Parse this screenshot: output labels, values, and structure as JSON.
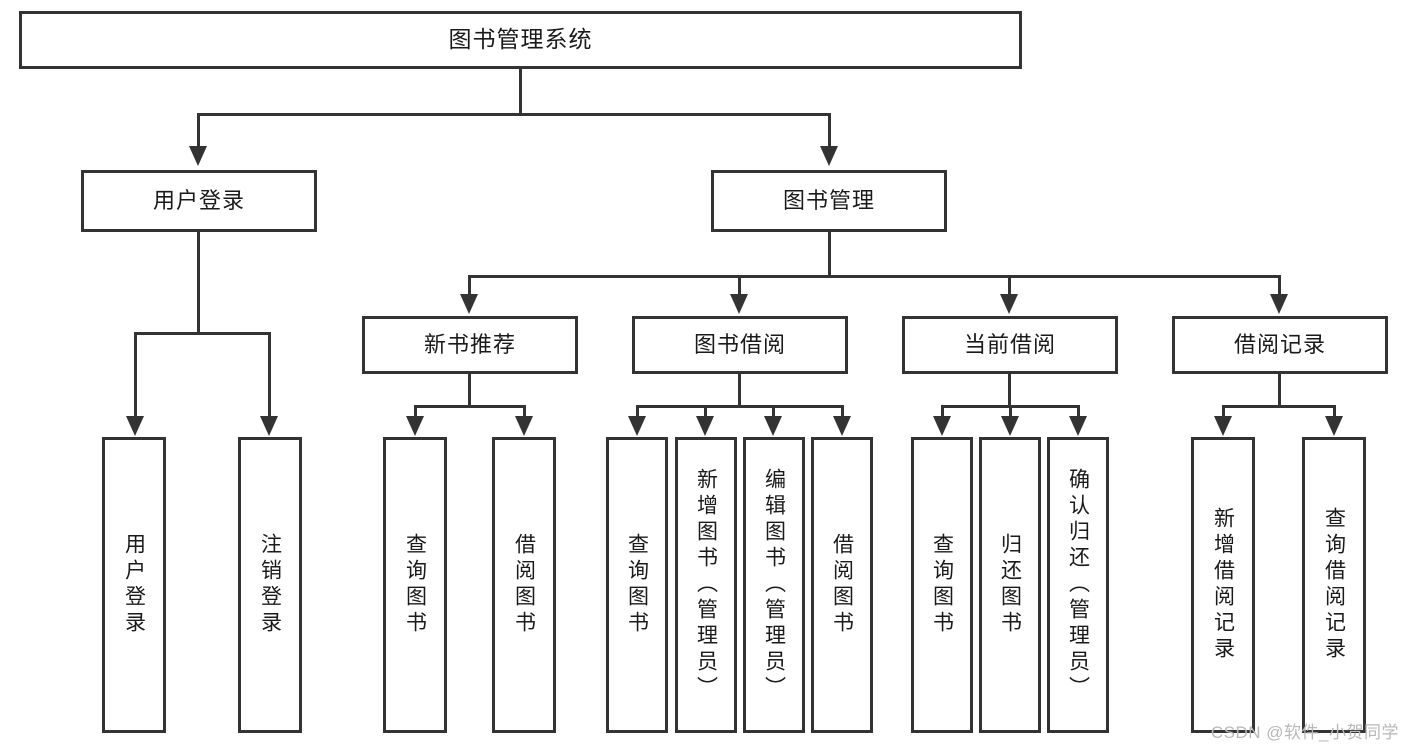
{
  "diagram": {
    "type": "tree-hierarchy-chart",
    "title": "图书管理系统",
    "orientation": "top-down",
    "colors": {
      "stroke": "#333333",
      "fill": "#ffffff",
      "text": "#1a1a1a",
      "watermark": "#b8b8b8"
    },
    "root": {
      "label": "图书管理系统"
    },
    "level2": [
      {
        "id": "user-login",
        "label": "用户登录"
      },
      {
        "id": "book-manage",
        "label": "图书管理"
      }
    ],
    "level3": [
      {
        "id": "new-book-recommend",
        "label": "新书推荐",
        "parent": "book-manage"
      },
      {
        "id": "book-borrow",
        "label": "图书借阅",
        "parent": "book-manage"
      },
      {
        "id": "current-borrow",
        "label": "当前借阅",
        "parent": "book-manage"
      },
      {
        "id": "borrow-record",
        "label": "借阅记录",
        "parent": "book-manage"
      }
    ],
    "leaves": {
      "user_login": [
        {
          "id": "leaf-user-login",
          "label": "用户登录"
        },
        {
          "id": "leaf-logout",
          "label": "注销登录"
        }
      ],
      "new_book_recommend": [
        {
          "id": "leaf-query-book-1",
          "label": "查询图书"
        },
        {
          "id": "leaf-borrow-book-1",
          "label": "借阅图书"
        }
      ],
      "book_borrow": [
        {
          "id": "leaf-query-book-2",
          "label": "查询图书"
        },
        {
          "id": "leaf-add-book",
          "label": "新增图书（管理员）"
        },
        {
          "id": "leaf-edit-book",
          "label": "编辑图书（管理员）"
        },
        {
          "id": "leaf-borrow-book-2",
          "label": "借阅图书"
        }
      ],
      "current_borrow": [
        {
          "id": "leaf-query-book-3",
          "label": "查询图书"
        },
        {
          "id": "leaf-return-book",
          "label": "归还图书"
        },
        {
          "id": "leaf-confirm-return",
          "label": "确认归还（管理员）"
        }
      ],
      "borrow_record": [
        {
          "id": "leaf-add-record",
          "label": "新增借阅记录"
        },
        {
          "id": "leaf-query-record",
          "label": "查询借阅记录"
        }
      ]
    }
  },
  "watermark": {
    "text": "CSDN @软件_小贺同学"
  }
}
